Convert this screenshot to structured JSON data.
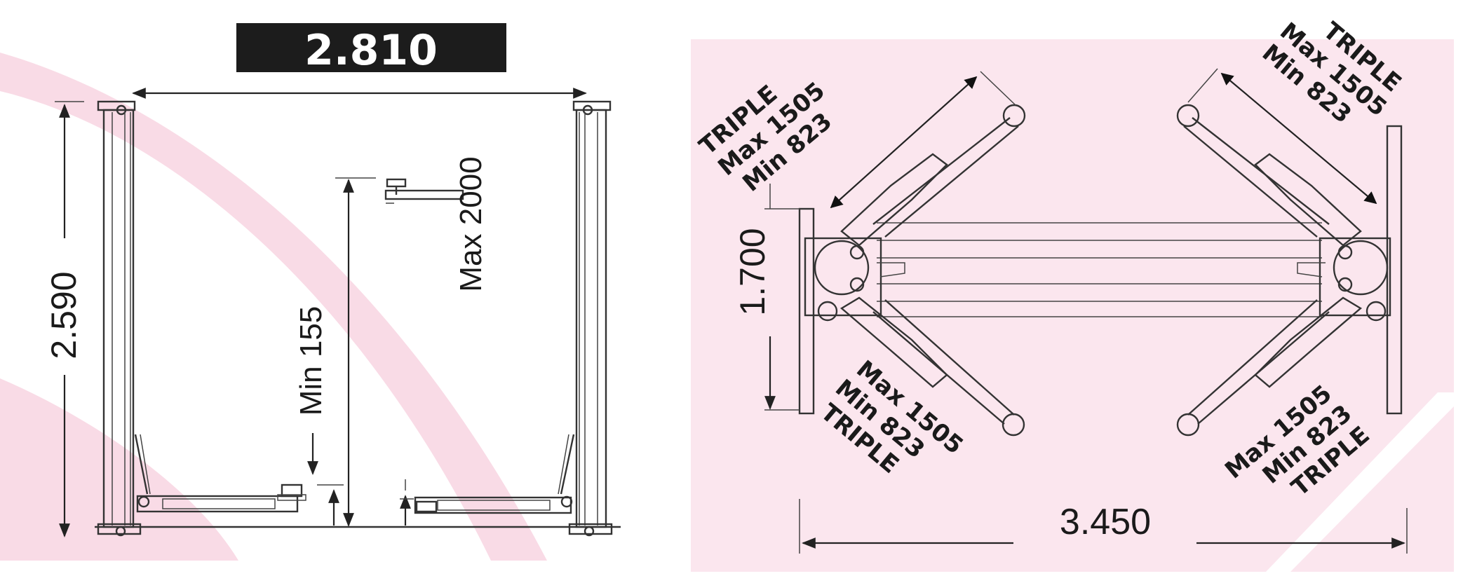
{
  "colors": {
    "pink_background": "#fbe6ee",
    "pink_swoosh": "#f7d5e1",
    "header_box": "#1c1c1c",
    "header_text": "#ffffff",
    "line": "#333333"
  },
  "front_view": {
    "width_label": "2.810",
    "height_label": "2.590",
    "max_height_label": "Max 2000",
    "min_height_label": "Min 155"
  },
  "top_view": {
    "arm_top_left": [
      "TRIPLE",
      "Max 1505",
      "Min 823"
    ],
    "arm_top_right": [
      "TRIPLE",
      "Max 1505",
      "Min 823"
    ],
    "arm_bottom_left": [
      "Max 1505",
      "Min 823",
      "TRIPLE"
    ],
    "arm_bottom_right": [
      "Max 1505",
      "Min 823",
      "TRIPLE"
    ],
    "depth_label": "1.700",
    "length_label": "3.450"
  }
}
